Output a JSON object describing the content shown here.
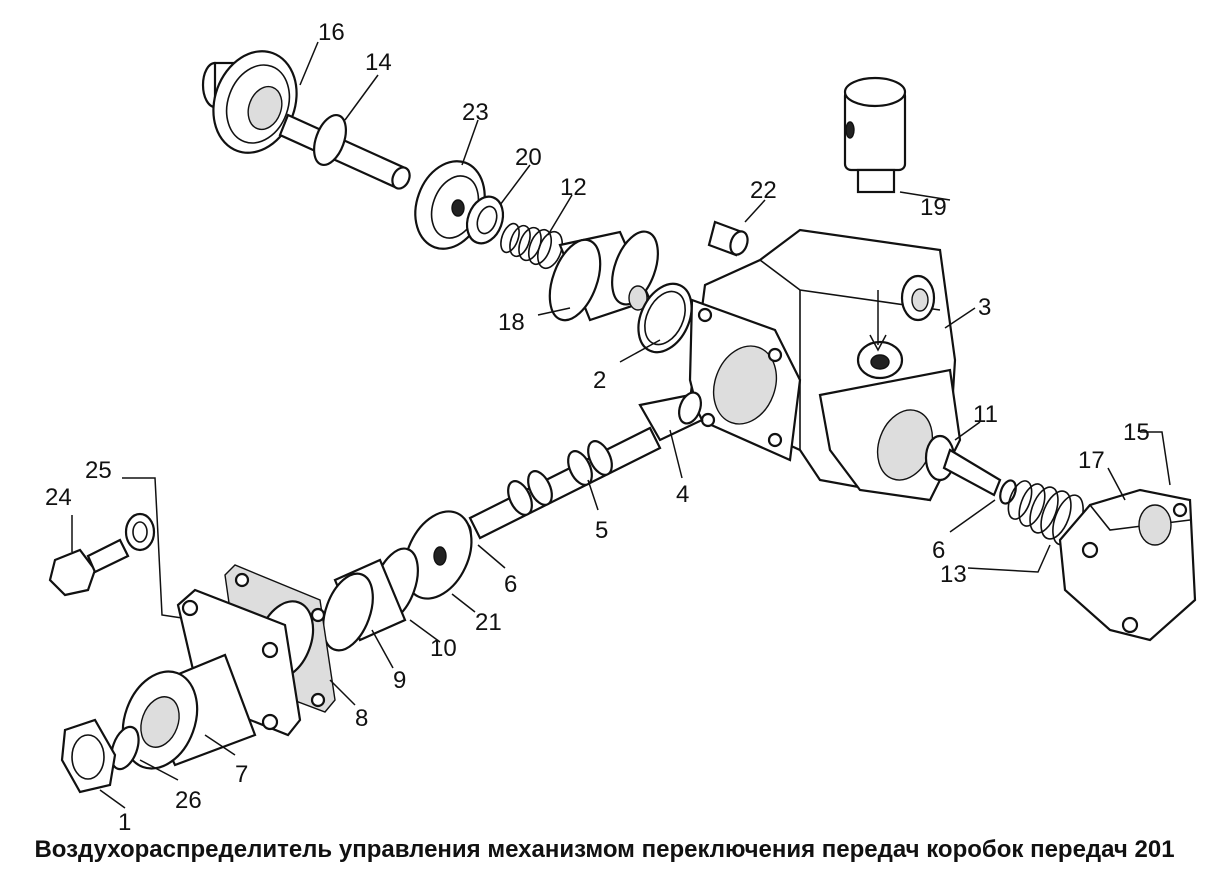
{
  "caption": "Воздухораспределитель управления механизмом переключения передач коробок передач 201",
  "callouts": [
    "1",
    "2",
    "3",
    "4",
    "5",
    "6",
    "6",
    "7",
    "8",
    "9",
    "10",
    "11",
    "12",
    "13",
    "14",
    "15",
    "16",
    "17",
    "18",
    "19",
    "20",
    "21",
    "22",
    "23",
    "24",
    "25",
    "26"
  ]
}
